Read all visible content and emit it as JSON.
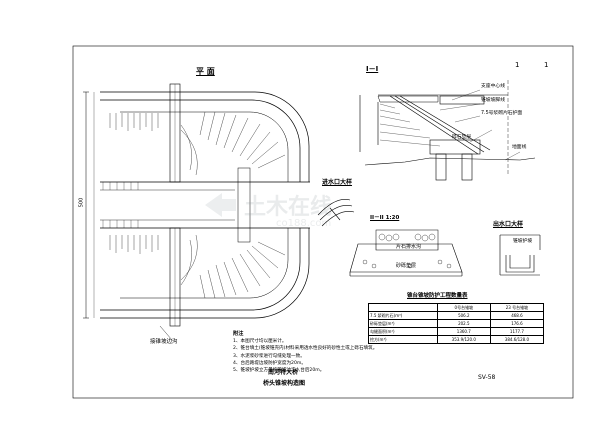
{
  "sheet_number": {
    "top_left": "1",
    "top_right": "1"
  },
  "plan": {
    "title": "平 面",
    "dim_total": "500",
    "label_slope": "接锥坡边沟"
  },
  "section_1": {
    "title": "I－I",
    "labels": [
      "支座中心线",
      "锥坡坡脚线",
      "7.5号浆砌片石护面",
      "碎石垫层",
      "地面线"
    ]
  },
  "section_2": {
    "title": "II－II 1:20",
    "labels": [
      "片石排水沟",
      "砂砾垫层"
    ]
  },
  "inlet_detail": {
    "title": "进水口大样"
  },
  "outlet_detail": {
    "title": "出水口大样",
    "labels": [
      "锥坡护坡"
    ]
  },
  "quantity_table": {
    "title": "锥台锥坡防护工程数量表",
    "headers": [
      "",
      "0号台锥坡",
      "23 号台锥坡"
    ],
    "rows": [
      [
        "7.5 浆砌片石(m³)",
        "506.2",
        "468.6"
      ],
      [
        "砂砾垫层(m³)",
        "202.5",
        "176.6"
      ],
      [
        "勾缝面积(m²)",
        "1360.7",
        "1177.7"
      ],
      [
        "挖方(m³)",
        "353.9/120.0",
        "384.6/128.0"
      ]
    ]
  },
  "notes": {
    "title": "附注",
    "items": [
      "1、本图尺寸均以厘米计。",
      "2、锥台填土(锥坡锥壳内)材料采用透水性良好的砂性土或上砾石填筑。",
      "3、水泥浆砂浆进行勾缝处理一致。",
      "4、台后路堤边坡防护宽度为20m。",
      "5、锥坡护坡立方量按锥坡边沟入台后20m。"
    ]
  },
  "title_block": {
    "project": "南河特大桥",
    "drawing": "桥头锥坡构造图",
    "code": "SV-58"
  },
  "watermark": {
    "main": "土木在线",
    "sub": "co188.com"
  }
}
